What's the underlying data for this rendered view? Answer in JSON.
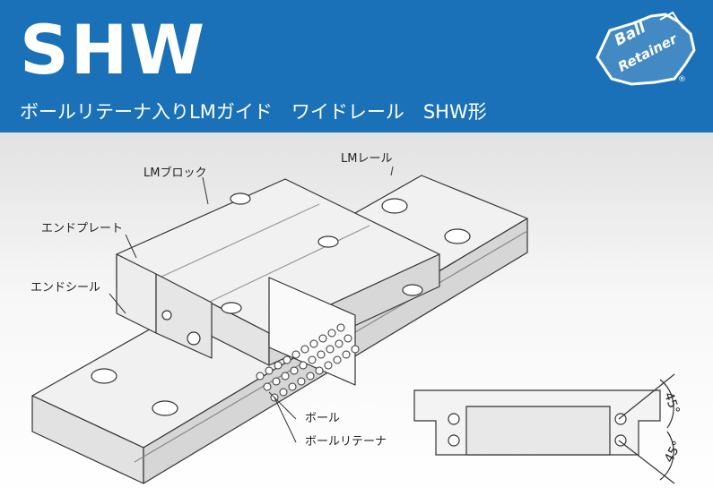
{
  "header": {
    "title": "SHW",
    "subtitle": "ボールリテーナ入りLMガイド　ワイドレール　SHW形",
    "logo_line1": "Ball",
    "logo_line2": "Retainer",
    "logo_mark": "®"
  },
  "labels": {
    "lm_rail": "LMレール",
    "lm_block": "LMブロック",
    "end_plate": "エンドプレート",
    "end_seal": "エンドシール",
    "ball": "ボール",
    "ball_retainer": "ボールリテーナ",
    "angle_top": "45°",
    "angle_bottom": "45°"
  },
  "colors": {
    "header_bg": "#1a71b8",
    "header_text": "#ffffff",
    "part_fill": "#f1f1f1",
    "outline": "#333333"
  },
  "icons": {
    "logo": "ball-retainer-logo-icon"
  }
}
